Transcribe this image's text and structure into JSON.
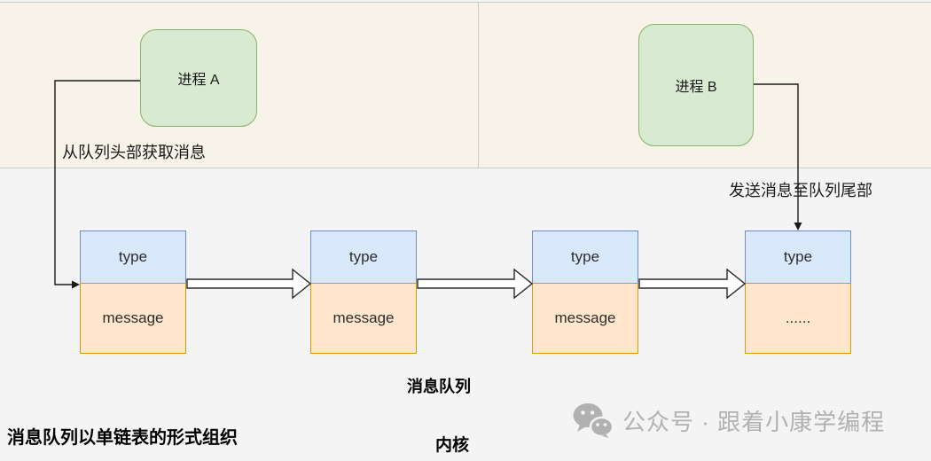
{
  "header": {
    "process_a_label": "进程 A",
    "process_b_label": "进程 B",
    "receive_label": "从队列头部获取消息",
    "send_label": "发送消息至队列尾部"
  },
  "queue": {
    "caption": "消息队列",
    "nodes": [
      {
        "type": "type",
        "message": "message"
      },
      {
        "type": "type",
        "message": "message"
      },
      {
        "type": "type",
        "message": "message"
      },
      {
        "type": "type",
        "message": "......"
      }
    ]
  },
  "footer": {
    "note": "消息队列以单链表的形式组织",
    "kernel": "内核",
    "watermark_text": "公众号 · 跟着小康学编程"
  },
  "icons": {
    "watermark_icon": "wechat-logo-icon"
  },
  "colors": {
    "user_space_bg": "#f7f3e8",
    "kernel_bg": "#f4f4f4",
    "divider": "#cbcbcb",
    "process_fill": "#d9ead3",
    "process_border": "#82b366",
    "type_fill": "#dae8fc",
    "type_border": "#6c8ebf",
    "message_fill": "#ffe6cc",
    "message_border": "#d79b00",
    "arrow_stroke": "#2a2a2a",
    "watermark_gray": "#b1b1b1"
  }
}
